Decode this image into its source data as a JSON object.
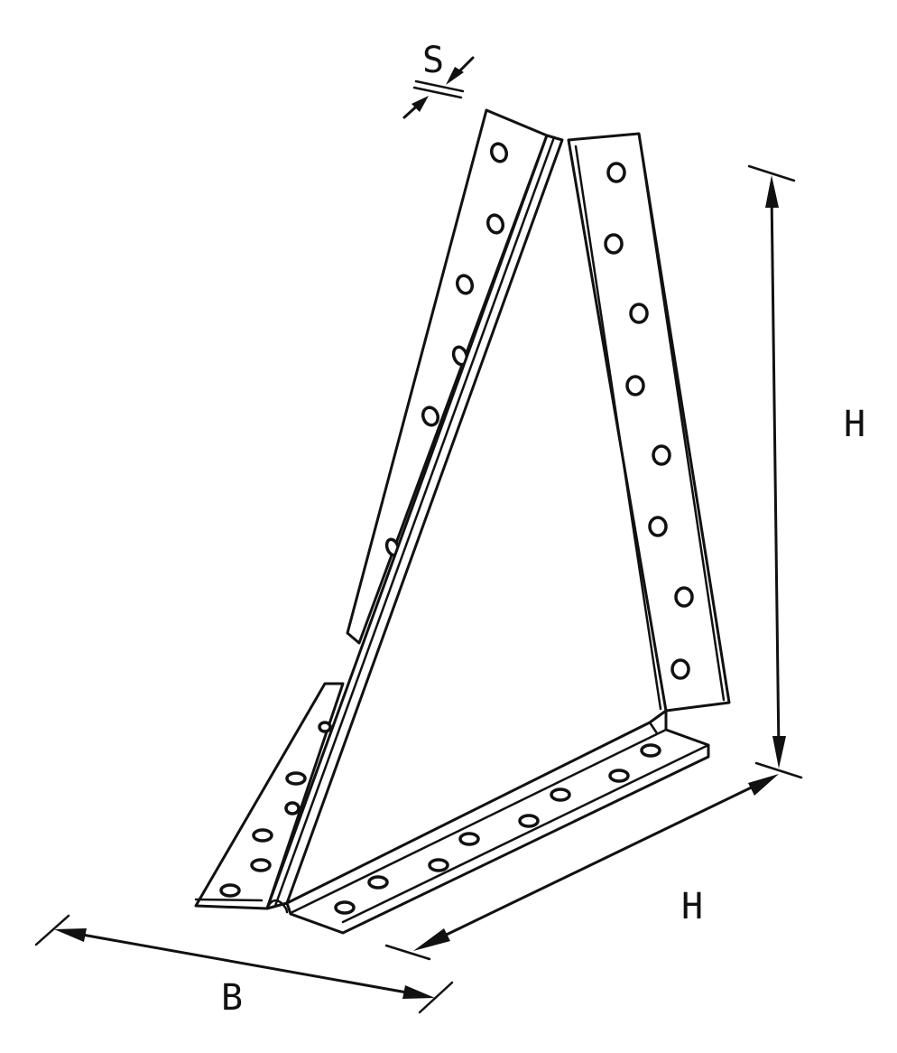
{
  "labels": {
    "thickness": "S",
    "height_vertical": "H",
    "height_horizontal": "H",
    "base": "B"
  }
}
